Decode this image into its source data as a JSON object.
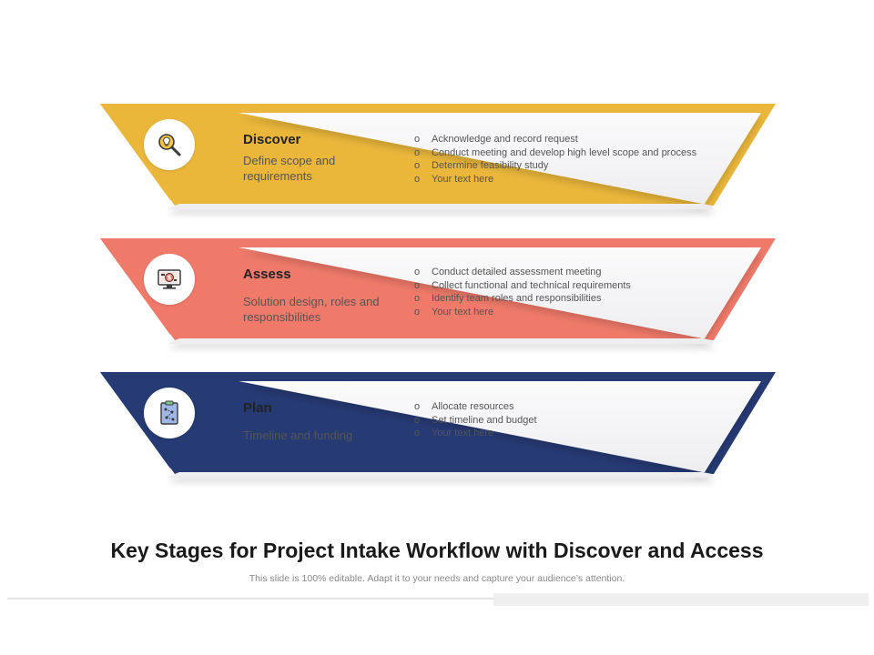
{
  "title": "Key Stages for Project Intake Workflow with Discover and Access",
  "subtitle": "This slide is 100% editable. Adapt it to your needs and capture your audience’s attention.",
  "stages": [
    {
      "name": "Discover",
      "description": "Define scope and requirements",
      "icon": "lightbulb-magnifier-icon",
      "color": "#EBB73B",
      "bullets": [
        "Acknowledge and record request",
        "Conduct meeting and develop high level scope and process",
        "Determine feasibility study",
        "Your text here"
      ]
    },
    {
      "name": "Assess",
      "description": "Solution design, roles and responsibilities",
      "icon": "monitor-dollar-icon",
      "color": "#F07A6A",
      "bullets": [
        "Conduct detailed assessment meeting",
        "Collect functional and technical requirements",
        "Identify team roles and responsibilities",
        "Your text here"
      ]
    },
    {
      "name": "Plan",
      "description": "Timeline and funding",
      "icon": "clipboard-plan-icon",
      "color": "#263A74",
      "bullets": [
        "Allocate resources",
        "Set timeline and budget",
        "Your text here"
      ]
    }
  ]
}
